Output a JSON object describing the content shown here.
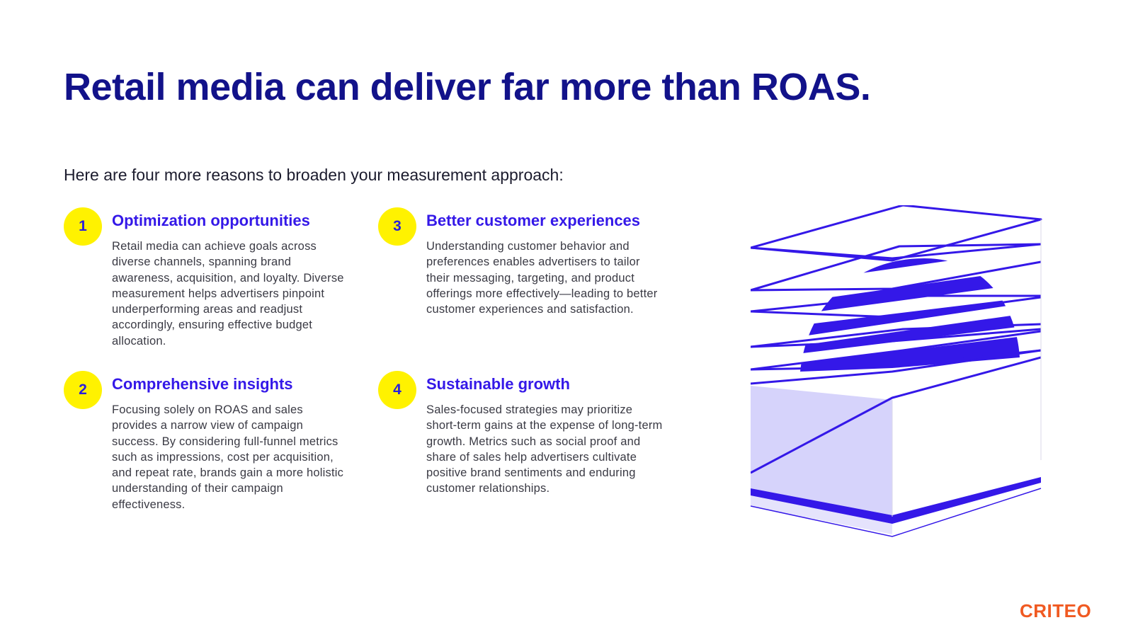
{
  "title": "Retail media can deliver far more than ROAS.",
  "subtitle": "Here are four more reasons to broaden your measurement approach:",
  "reasons": [
    {
      "number": "1",
      "title": "Optimization opportunities",
      "body": "Retail media can achieve goals across diverse channels, spanning brand awareness, acquisition, and loyalty. Diverse measurement helps advertisers pinpoint underperforming areas and readjust accordingly, ensuring effective budget allocation."
    },
    {
      "number": "2",
      "title": "Comprehensive insights",
      "body": "Focusing solely on ROAS and sales provides a narrow view of campaign success. By considering full-funnel metrics such as impressions, cost per acquisition, and repeat rate, brands gain a more holistic understanding of their campaign effectiveness."
    },
    {
      "number": "3",
      "title": "Better customer experiences",
      "body": "Understanding customer behavior and preferences enables advertisers to tailor their messaging, targeting, and product offerings more effectively—leading to better customer experiences and satisfaction."
    },
    {
      "number": "4",
      "title": "Sustainable growth",
      "body": "Sales-focused strategies may prioritize short-term gains at the expense of long-term growth. Metrics such as social proof and share of sales help advertisers cultivate positive brand sentiments and enduring customer relationships."
    }
  ],
  "logo": "CRITEO",
  "colors": {
    "title": "#12128a",
    "accent": "#3418e8",
    "badge": "#fff200",
    "logo": "#f05a22"
  }
}
